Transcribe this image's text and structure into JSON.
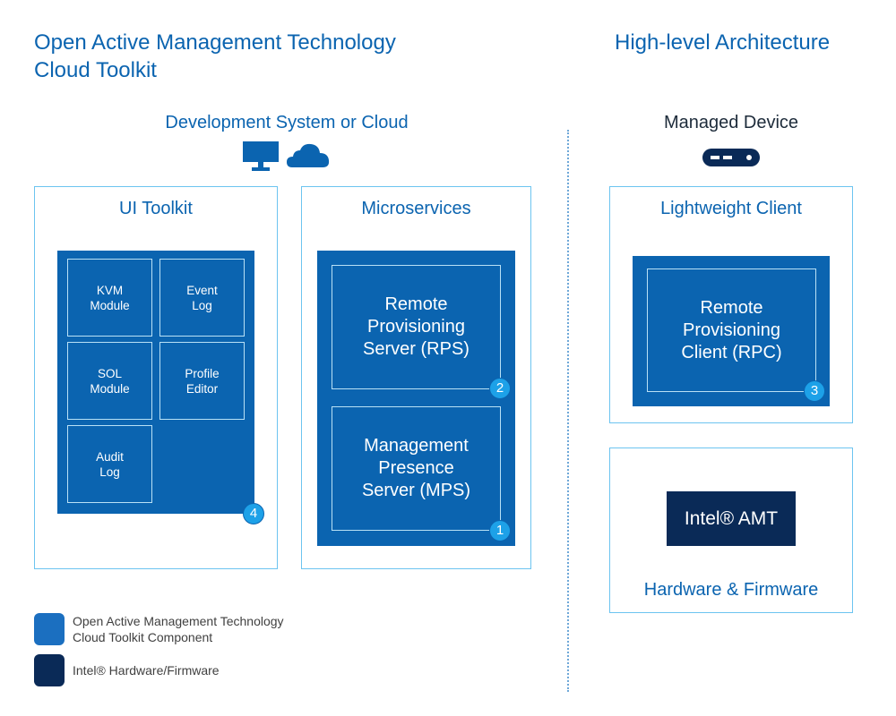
{
  "title": "Open Active Management Technology\nCloud Toolkit",
  "subtitle": "High-level Architecture",
  "left_header": "Development System or Cloud",
  "right_header": "Managed Device",
  "ui_toolkit": {
    "title": "UI Toolkit",
    "modules": [
      "KVM\nModule",
      "Event\nLog",
      "SOL\nModule",
      "Profile\nEditor",
      "Audit\nLog"
    ],
    "badge": "4"
  },
  "microservices": {
    "title": "Microservices",
    "rps": "Remote\nProvisioning\nServer (RPS)",
    "rps_badge": "2",
    "mps": "Management\nPresence\nServer (MPS)",
    "mps_badge": "1"
  },
  "lightweight_client": {
    "title": "Lightweight Client",
    "rpc": "Remote\nProvisioning\nClient (RPC)",
    "badge": "3"
  },
  "hardware": {
    "amt_label": "Intel® AMT",
    "title": "Hardware & Firmware"
  },
  "legend": [
    {
      "label": "Open Active Management Technology\nCloud Toolkit Component",
      "color": "#0b64b0"
    },
    {
      "label": "Intel® Hardware/Firmware",
      "color": "#0a2a57"
    }
  ],
  "icons": [
    "monitor-icon",
    "cloud-icon",
    "device-icon"
  ],
  "colors": {
    "primary_blue": "#0b64b0",
    "outline_blue": "#6cc4f0",
    "badge_blue": "#1da1e8",
    "intel_navy": "#0a2a57"
  }
}
